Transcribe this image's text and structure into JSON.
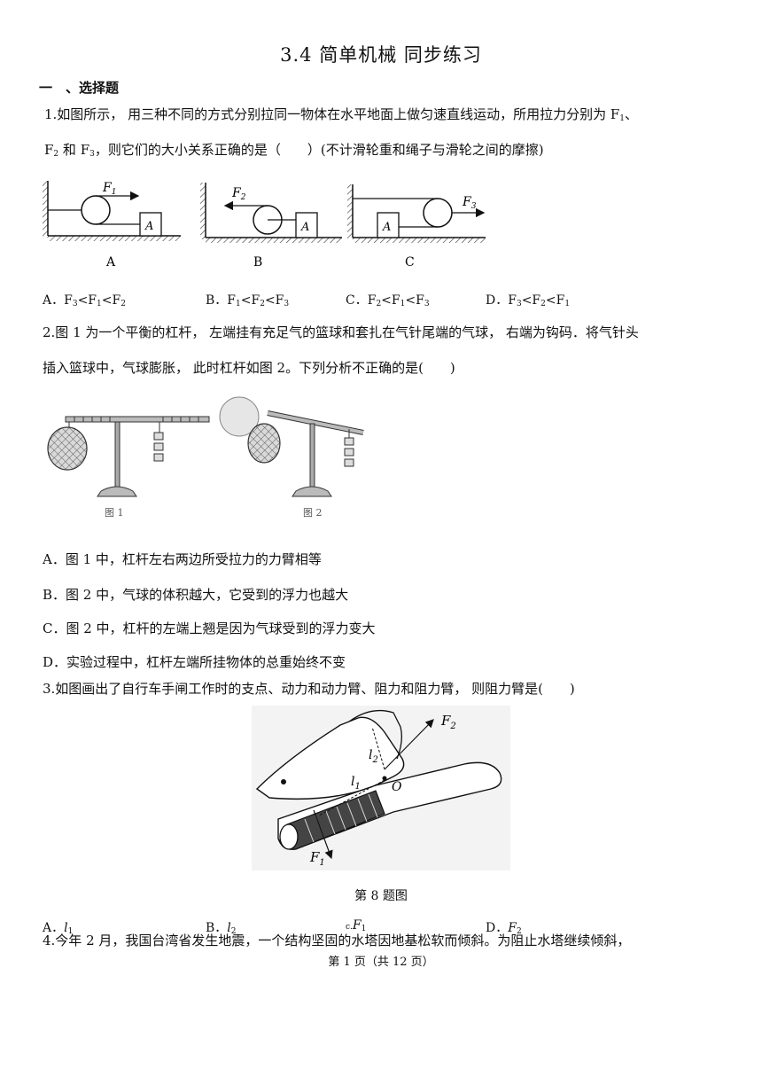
{
  "title": "3.4 简单机械  同步练习",
  "section_heading": "一　、选择题",
  "q1": {
    "line1_a": "1.如图所示，  用三种不同的方式分别拉同一物体在水平地面上做匀速直线运动，所用拉力分别为 F",
    "line1_b": "、",
    "line2_a": "F",
    "line2_b": " 和 F",
    "line2_c": "，则它们的大小关系正确的是（　　）(不计滑轮重和绳子与滑轮之间的摩擦)",
    "fig_labels": [
      "A",
      "B",
      "C"
    ],
    "force_labels": [
      "F1",
      "F2",
      "F3"
    ],
    "block_label": "A",
    "options": [
      {
        "letter": "A．F",
        "text": [
          "3",
          "<F",
          "1",
          "<F",
          "2"
        ]
      },
      {
        "letter": "B．F",
        "text": [
          "1",
          "<F",
          "2",
          "<F",
          "3"
        ]
      },
      {
        "letter": "C．F",
        "text": [
          "2",
          "<F",
          "1",
          "<F",
          "3"
        ]
      },
      {
        "letter": "D．F",
        "text": [
          "3",
          "<F",
          "2",
          "<F",
          "1"
        ]
      }
    ]
  },
  "q2": {
    "line1": "2.图 1 为一个平衡的杠杆，  左端挂有充足气的篮球和套扎在气针尾端的气球，  右端为钩码．将气针头",
    "line2": "插入篮球中，气球膨胀，  此时杠杆如图 2。下列分析不正确的是(　　)",
    "fig_captions": [
      "图 1",
      "图 2"
    ],
    "options": [
      "A．图 1 中，杠杆左右两边所受拉力的力臂相等",
      "B．图 2 中，气球的体积越大，它受到的浮力也越大",
      "C．图 2 中，杠杆的左端上翘是因为气球受到的浮力变大",
      "D．实验过程中，杠杆左端所挂物体的总重始终不变"
    ]
  },
  "q3": {
    "line1": "3.如图画出了自行车手闸工作时的支点、动力和动力臂、阻力和阻力臂，  则阻力臂是(　　)",
    "fig_caption": "第 8 题图",
    "fig_labels": {
      "f2": "F",
      "f2_sub": "2",
      "l2": "l",
      "l2_sub": "2",
      "l1": "l",
      "l1_sub": "1",
      "o": "O",
      "f1": "F",
      "f1_sub": "1"
    },
    "options": [
      {
        "letter": "A．",
        "sym": "l",
        "sub": "1"
      },
      {
        "letter": "B．",
        "sym": "l",
        "sub": "2"
      },
      {
        "letter": "c.",
        "sym": "F",
        "sub": "1"
      },
      {
        "letter": "D．",
        "sym": "F",
        "sub": "2"
      }
    ]
  },
  "q4": {
    "line1": "4.今年 2 月，我国台湾省发生地震，一个结构坚固的水塔因地基松软而倾斜。为阻止水塔继续倾斜，"
  },
  "footer": "第 1 页（共 12 页）"
}
